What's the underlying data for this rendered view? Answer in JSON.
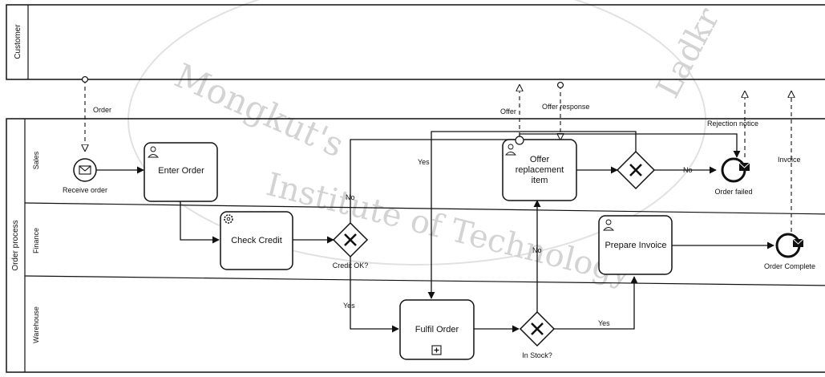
{
  "watermark": {
    "text_top": "Mongkut's",
    "text_bottom": "Institute of Technology",
    "text_right": "Ladkr"
  },
  "pools": {
    "customer": {
      "label": "Customer"
    },
    "order_process": {
      "label": "Order process",
      "lanes": {
        "sales": "Sales",
        "finance": "Finance",
        "warehouse": "Warehouse"
      }
    }
  },
  "events": {
    "receive_order": "Receive order",
    "order_failed": "Order failed",
    "order_complete": "Order Complete"
  },
  "tasks": {
    "enter_order": "Enter Order",
    "check_credit": "Check Credit",
    "offer_replacement": [
      "Offer",
      "replacement",
      "item"
    ],
    "prepare_invoice": "Prepare Invoice",
    "fulfil_order": "Fulfil Order"
  },
  "gateways": {
    "credit_ok": "Credit OK?",
    "in_stock": "In Stock?"
  },
  "flow_labels": {
    "order": "Order",
    "offer": "Offer",
    "offer_response": "Offer response",
    "rejection_notice": "Rejection notice",
    "invoice": "Invoice",
    "yes_upper": "Yes",
    "no_credit": "No",
    "yes_credit": "Yes",
    "no_stock": "No",
    "yes_stock": "Yes",
    "no_offer": "No"
  },
  "colors": {
    "stroke": "#111111",
    "watermark": "#cfcfcf"
  }
}
